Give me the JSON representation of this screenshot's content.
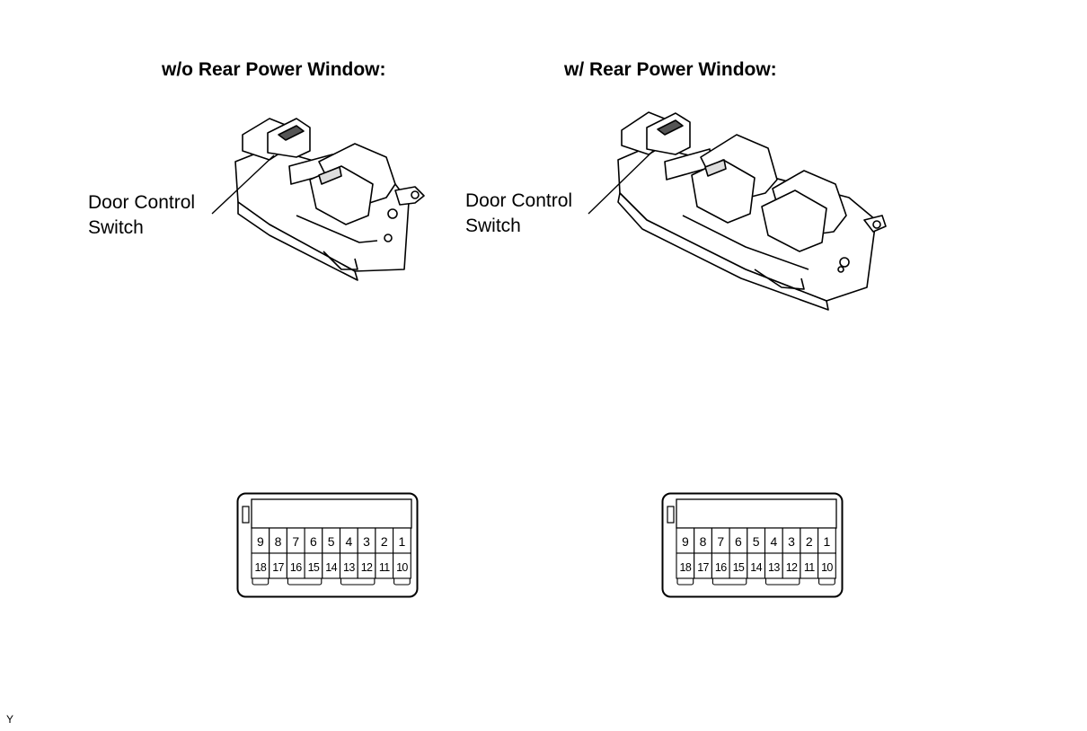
{
  "headings": {
    "left": "w/o Rear Power Window:",
    "right": "w/ Rear Power Window:"
  },
  "callouts": {
    "left": {
      "line1": "Door Control",
      "line2": "Switch"
    },
    "right": {
      "line1": "Door Control",
      "line2": "Switch"
    }
  },
  "connectors": {
    "left": {
      "top_row": [
        "9",
        "8",
        "7",
        "6",
        "5",
        "4",
        "3",
        "2",
        "1"
      ],
      "bottom_row": [
        "18",
        "17",
        "16",
        "15",
        "14",
        "13",
        "12",
        "11",
        "10"
      ]
    },
    "right": {
      "top_row": [
        "9",
        "8",
        "7",
        "6",
        "5",
        "4",
        "3",
        "2",
        "1"
      ],
      "bottom_row": [
        "18",
        "17",
        "16",
        "15",
        "14",
        "13",
        "12",
        "11",
        "10"
      ]
    }
  },
  "corner_mark": "Y"
}
